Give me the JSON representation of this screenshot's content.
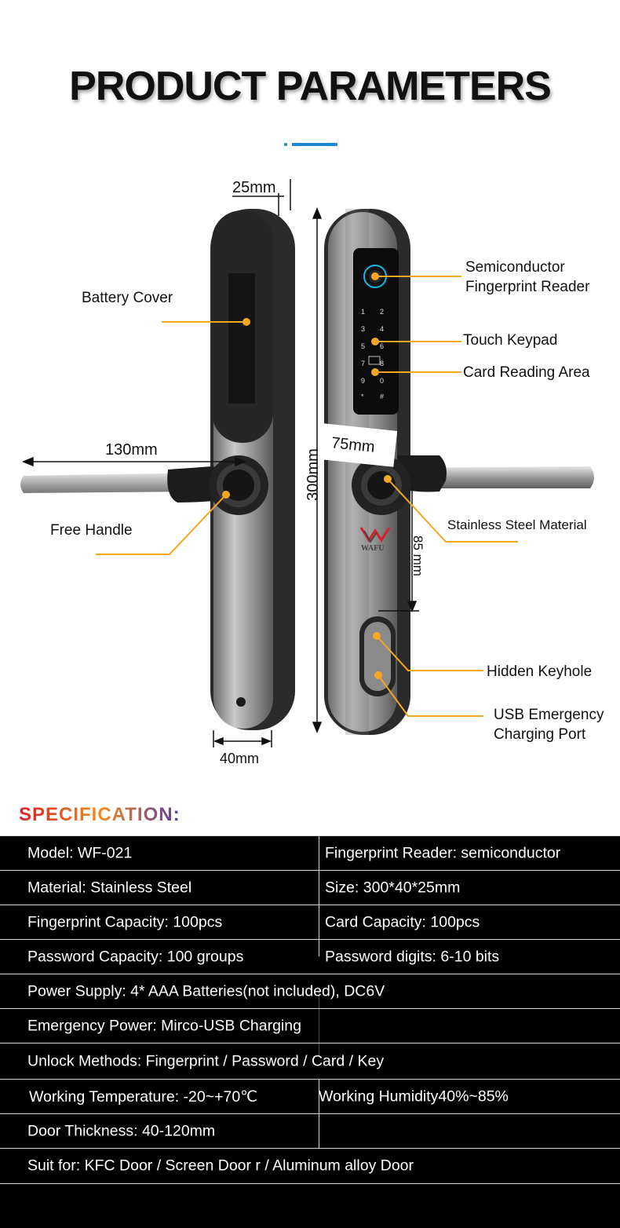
{
  "header": {
    "title": "PRODUCT PARAMETERS"
  },
  "brand": {
    "logo_text": "WAFU"
  },
  "dimensions": {
    "thickness": "25mm",
    "handle_length": "130mm",
    "height": "300mm",
    "handle_offset": "75mm",
    "keyhole_distance": "85 mm",
    "width": "40mm"
  },
  "features": {
    "battery_cover": "Battery Cover",
    "fingerprint_reader_line1": "Semiconductor",
    "fingerprint_reader_line2": "Fingerprint Reader",
    "touch_keypad": "Touch Keypad",
    "card_reading_area": "Card Reading Area",
    "free_handle": "Free Handle",
    "stainless_steel": "Stainless Steel Material",
    "hidden_keyhole": "Hidden Keyhole",
    "usb_line1": "USB Emergency",
    "usb_line2": "Charging Port"
  },
  "keypad": {
    "keys": [
      "1",
      "2",
      "3",
      "4",
      "5",
      "6",
      "7",
      "8",
      "9",
      "0",
      "*",
      "#"
    ]
  },
  "specification": {
    "title": "SPECIFICATION:",
    "rows": [
      {
        "left": "Model: WF-021",
        "right": "Fingerprint Reader: semiconductor"
      },
      {
        "left": "Material: Stainless Steel",
        "right": "Size: 300*40*25mm"
      },
      {
        "left": "Fingerprint Capacity: 100pcs",
        "right": "Card Capacity: 100pcs"
      },
      {
        "left": "Password Capacity: 100 groups",
        "right": "Password digits: 6-10 bits"
      },
      {
        "left": "Power Supply: 4* AAA Batteries(not included), DC6V",
        "right": ""
      },
      {
        "left": "Emergency Power: Mirco-USB Charging",
        "right": ""
      },
      {
        "left": "Unlock Methods: Fingerprint / Password / Card / Key",
        "right": ""
      },
      {
        "left": "Working Temperature: -20~+70℃",
        "right": "Working Humidity40%~85%"
      },
      {
        "left": "Door Thickness: 40-120mm",
        "right": ""
      },
      {
        "left": "Suit for: KFC Door / Screen Door r / Aluminum alloy Door",
        "right": ""
      }
    ]
  },
  "colors": {
    "accent_blue": "#1a8ad8",
    "callout_orange": "#f5a623",
    "table_bg": "#000000"
  }
}
